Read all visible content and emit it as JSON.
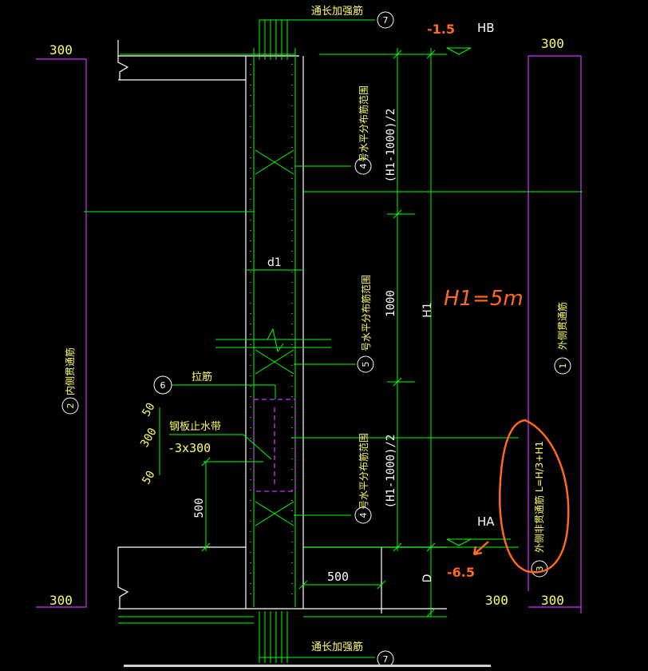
{
  "drawing": {
    "top_rebar_label": "通长加强筋",
    "bottom_rebar_label": "通长加强筋",
    "circle_7_top": "7",
    "circle_7_bottom": "7",
    "left_dim_top": "300",
    "left_dim_bottom": "300",
    "right_dim_top": "300",
    "right_dim_bottom_a": "300",
    "right_dim_bottom_b": "300",
    "hb_label": "HB",
    "ha_label": "HA",
    "d1_label": "d1",
    "h1_label": "H1",
    "d_label": "D",
    "dim_1000": "1000",
    "dim_upper_half": "(H1-1000)/2",
    "dim_lower_half": "(H1-1000)/2",
    "dim_500_vertical": "500",
    "dim_500_horizontal": "500",
    "circle_4_upper": "4",
    "circle_4_lower": "4",
    "circle_5": "5",
    "circle_6": "6",
    "circle_1": "1",
    "circle_2": "2",
    "circle_3": "3",
    "note_4_upper": "号水平分布筋范围",
    "note_5": "号水平分布筋范围",
    "note_4_lower": "号水平分布筋范围",
    "note_1": "外侧贯通筋",
    "note_2": "内侧贯通筋",
    "note_3": "外侧非贯通筋 L=H/3+H1",
    "tie_label": "拉筋",
    "waterstop_label": "钢板止水带",
    "waterstop_spec": "-3x300",
    "waterstop_dim_300": "300",
    "waterstop_dim_50a": "50",
    "waterstop_dim_50b": "50"
  },
  "handwritten": {
    "top_elevation": "-1.5",
    "bottom_elevation": "-6.5",
    "h1_value": "H1=5m"
  },
  "colors": {
    "background": "#000000",
    "green": "#00ff00",
    "white": "#ffffff",
    "yellow": "#ffff66",
    "magenta": "#cc33ff",
    "pink": "#ff66ff",
    "orange": "#ff6a1a"
  }
}
